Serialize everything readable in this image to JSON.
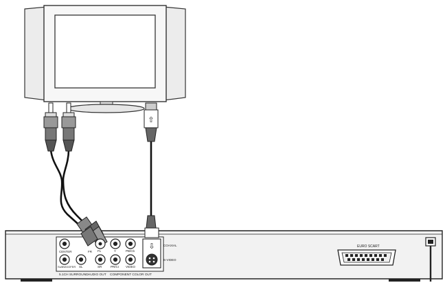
{
  "diagram": {
    "panel_labels": {
      "center": "CENTER",
      "subwoofer": "SUBWOOFER",
      "front_l": "FL",
      "front_r": "FR",
      "surround_l": "SL",
      "surround_r": "SR",
      "y": "Y",
      "pb_cb": "PB/Cb",
      "pr_cr": "PR/Cr",
      "video": "VIDEO",
      "coaxial": "COAXIAL",
      "s_video": "S-VIDEO",
      "euro_scart": "EURO SCART",
      "surround_caption": "5.1CH SURROUND",
      "audio_out_caption": "AUDIO OUT",
      "component_caption": "COMPONENT COLOR OUT"
    },
    "plug_symbol": "⇧",
    "jack_symbol": "⇩"
  }
}
